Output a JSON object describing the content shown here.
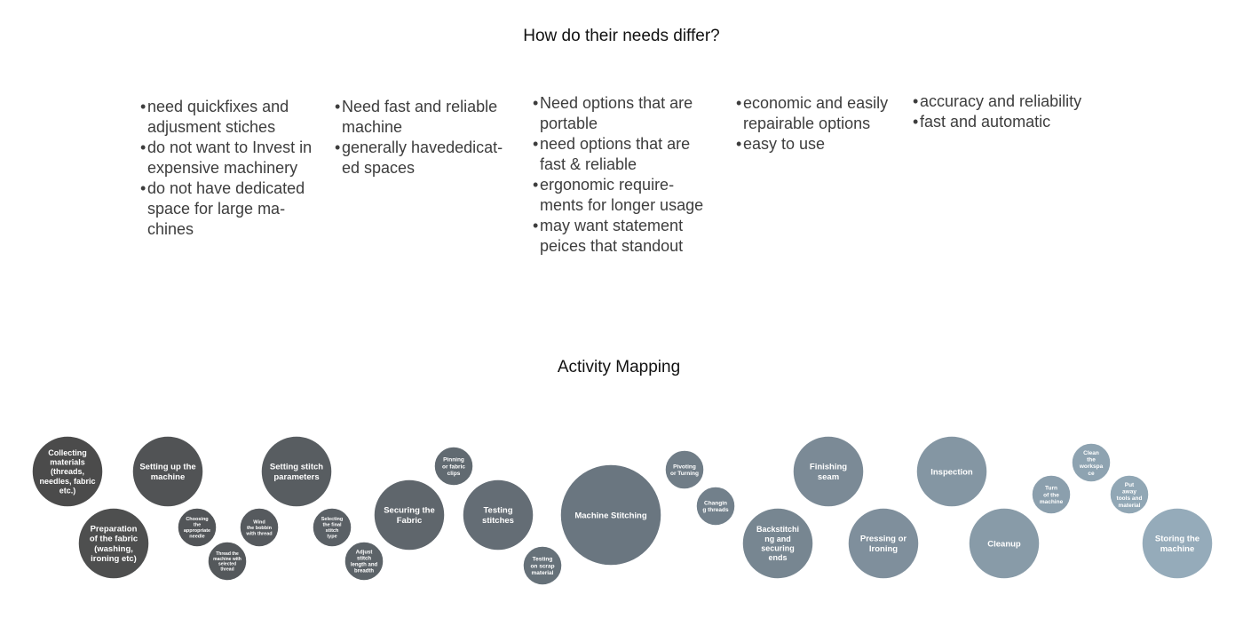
{
  "needs_title": "How do their needs differ?",
  "needs_columns": [
    {
      "items": [
        "need quickfixes and\nadjusment stiches",
        "do not want to Invest in\nexpensive machinery",
        "do not have dedicated\nspace for large ma-\nchines"
      ]
    },
    {
      "items": [
        "Need fast and reliable\nmachine",
        "generally havededicat-\ned spaces"
      ]
    },
    {
      "items": [
        "Need options that are\nportable",
        "need options that are\nfast & reliable",
        "ergonomic require-\nments for longer usage",
        "may want statement\npeices that standout"
      ]
    },
    {
      "items": [
        "economic and easily\nrepairable options",
        "easy to use"
      ]
    },
    {
      "items": [
        "accuracy and reliability",
        "fast and automatic"
      ]
    }
  ],
  "activity_title": "Activity Mapping",
  "bullet_char": "•",
  "colors": {
    "dark": "#4b4b4b",
    "mid": "#6b7781",
    "light": "#95abba",
    "text": "#ffffff"
  },
  "activities": [
    {
      "label": "Collecting\nmaterials\n(threads,\nneedles, fabric\netc.)"
    },
    {
      "label": "Preparation\nof the fabric\n(washing,\nironing etc)"
    },
    {
      "label": "Setting up the\nmachine"
    },
    {
      "label": "Choosing\nthe\nappropriate\nneedle"
    },
    {
      "label": "Thread the\nmachine with\nselected\nthread"
    },
    {
      "label": "Wind\nthe bobbin\nwith thread"
    },
    {
      "label": "Setting stitch\nparameters"
    },
    {
      "label": "Selecting\nthe final\nstitch\ntype"
    },
    {
      "label": "Adjust\nstitch\nlength and\nbreadth"
    },
    {
      "label": "Securing the\nFabric"
    },
    {
      "label": "Pinning\nor fabric\nclips"
    },
    {
      "label": "Testing\nstitches"
    },
    {
      "label": "Testing\non scrap\nmaterial"
    },
    {
      "label": "Machine Stitching"
    },
    {
      "label": "Pivoting\nor Turning"
    },
    {
      "label": "Changin\ng threads"
    },
    {
      "label": "Backstitchi\nng and\nsecuring\nends"
    },
    {
      "label": "Finishing\nseam"
    },
    {
      "label": "Pressing or\nIroning"
    },
    {
      "label": "Inspection"
    },
    {
      "label": "Cleanup"
    },
    {
      "label": "Turn\nof the\nmachine"
    },
    {
      "label": "Clean\nthe\nworkspa\nce"
    },
    {
      "label": "Put\naway\ntools and\nmaterial"
    },
    {
      "label": "Storing the\nmachine"
    }
  ]
}
